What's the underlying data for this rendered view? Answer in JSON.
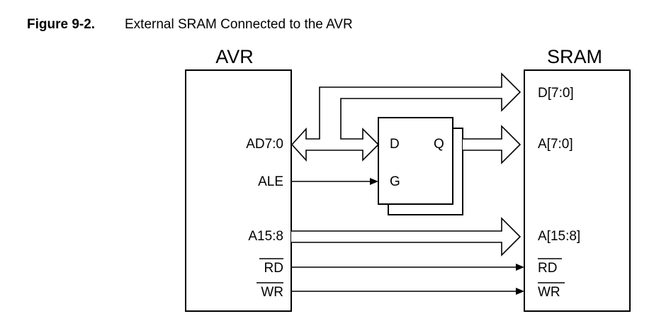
{
  "figure": {
    "label": "Figure 9-2.",
    "title": "External SRAM Connected to the AVR"
  },
  "avr": {
    "name": "AVR",
    "pins": {
      "ad": "AD7:0",
      "ale": "ALE",
      "a_high": "A15:8",
      "rd": "RD",
      "wr": "WR"
    }
  },
  "latch": {
    "d": "D",
    "q": "Q",
    "g": "G"
  },
  "sram": {
    "name": "SRAM",
    "pins": {
      "data": "D[7:0]",
      "a_low": "A[7:0]",
      "a_high": "A[15:8]",
      "rd": "RD",
      "wr": "WR"
    }
  },
  "active_low_pins": [
    "RD",
    "WR"
  ]
}
